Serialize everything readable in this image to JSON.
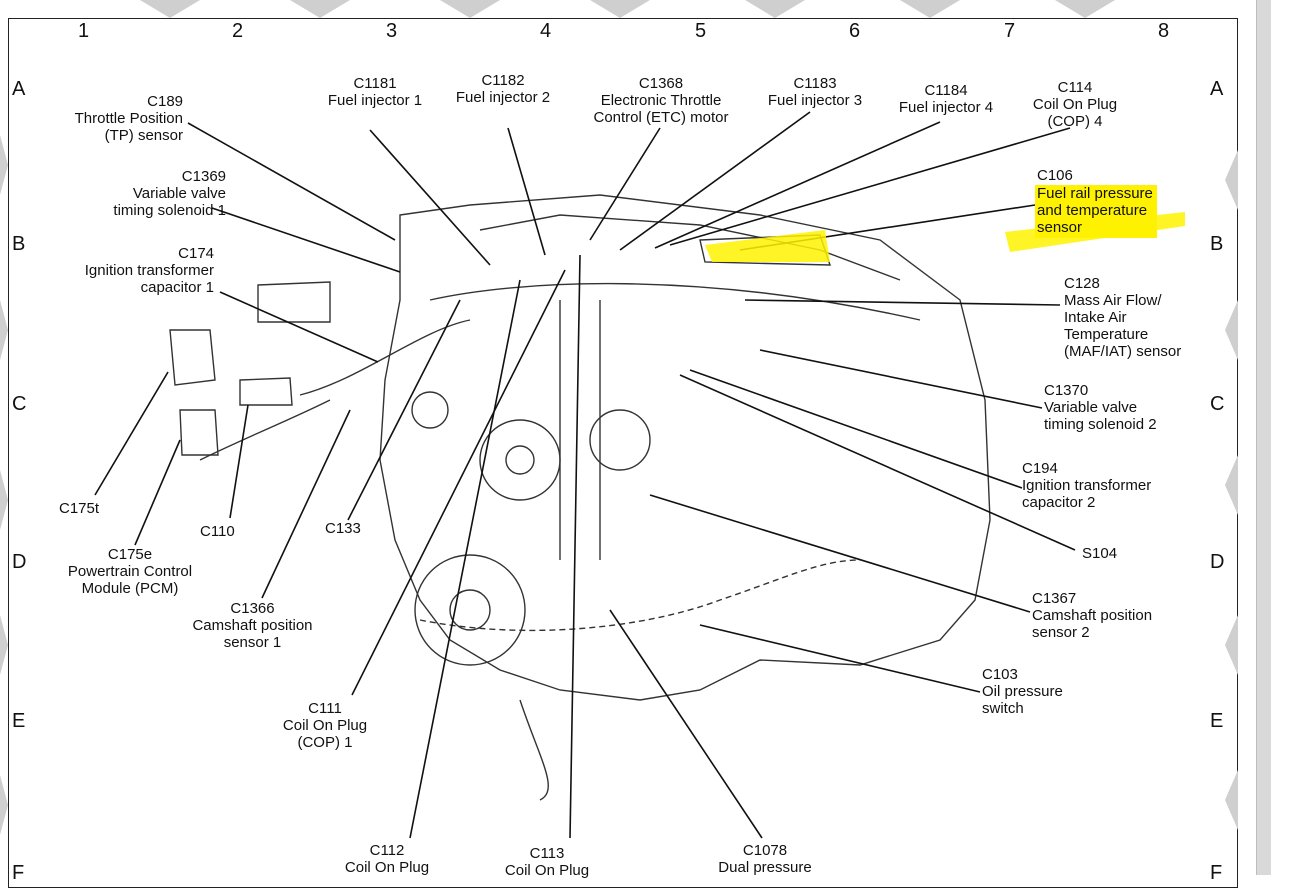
{
  "columns": [
    "1",
    "2",
    "3",
    "4",
    "5",
    "6",
    "7",
    "8"
  ],
  "rows": [
    "A",
    "B",
    "C",
    "D",
    "E",
    "F"
  ],
  "labels": {
    "c189": "C189\nThrottle Position\n(TP) sensor",
    "c1369": "C1369\nVariable valve\ntiming solenoid 1",
    "c174": "C174\nIgnition transformer\ncapacitor 1",
    "c1181": "C1181\nFuel injector 1",
    "c1182": "C1182\nFuel injector 2",
    "c1368": "C1368\nElectronic Throttle\nControl (ETC) motor",
    "c1183": "C1183\nFuel injector 3",
    "c1184": "C1184\nFuel injector 4",
    "c114": "C114\nCoil On Plug\n(COP) 4",
    "c106_code": "C106",
    "c106_name": "Fuel rail pressure\nand temperature\nsensor",
    "c128": "C128\nMass Air Flow/\nIntake Air\nTemperature\n(MAF/IAT) sensor",
    "c1370": "C1370\nVariable valve\ntiming solenoid 2",
    "c194": "C194\nIgnition transformer\ncapacitor 2",
    "s104": "S104",
    "c1367": "C1367\nCamshaft position\nsensor 2",
    "c103": "C103\nOil pressure\nswitch",
    "c175t": "C175t",
    "c110": "C110",
    "c133": "C133",
    "c175e": "C175e\nPowertrain Control\nModule (PCM)",
    "c1366": "C1366\nCamshaft position\nsensor 1",
    "c111": "C111\nCoil On Plug\n(COP) 1",
    "c112": "C112\nCoil On Plug",
    "c113": "C113\nCoil On Plug",
    "c1078": "C1078\nDual pressure"
  },
  "colors": {
    "highlight": "#fff200",
    "ink": "#111111"
  }
}
